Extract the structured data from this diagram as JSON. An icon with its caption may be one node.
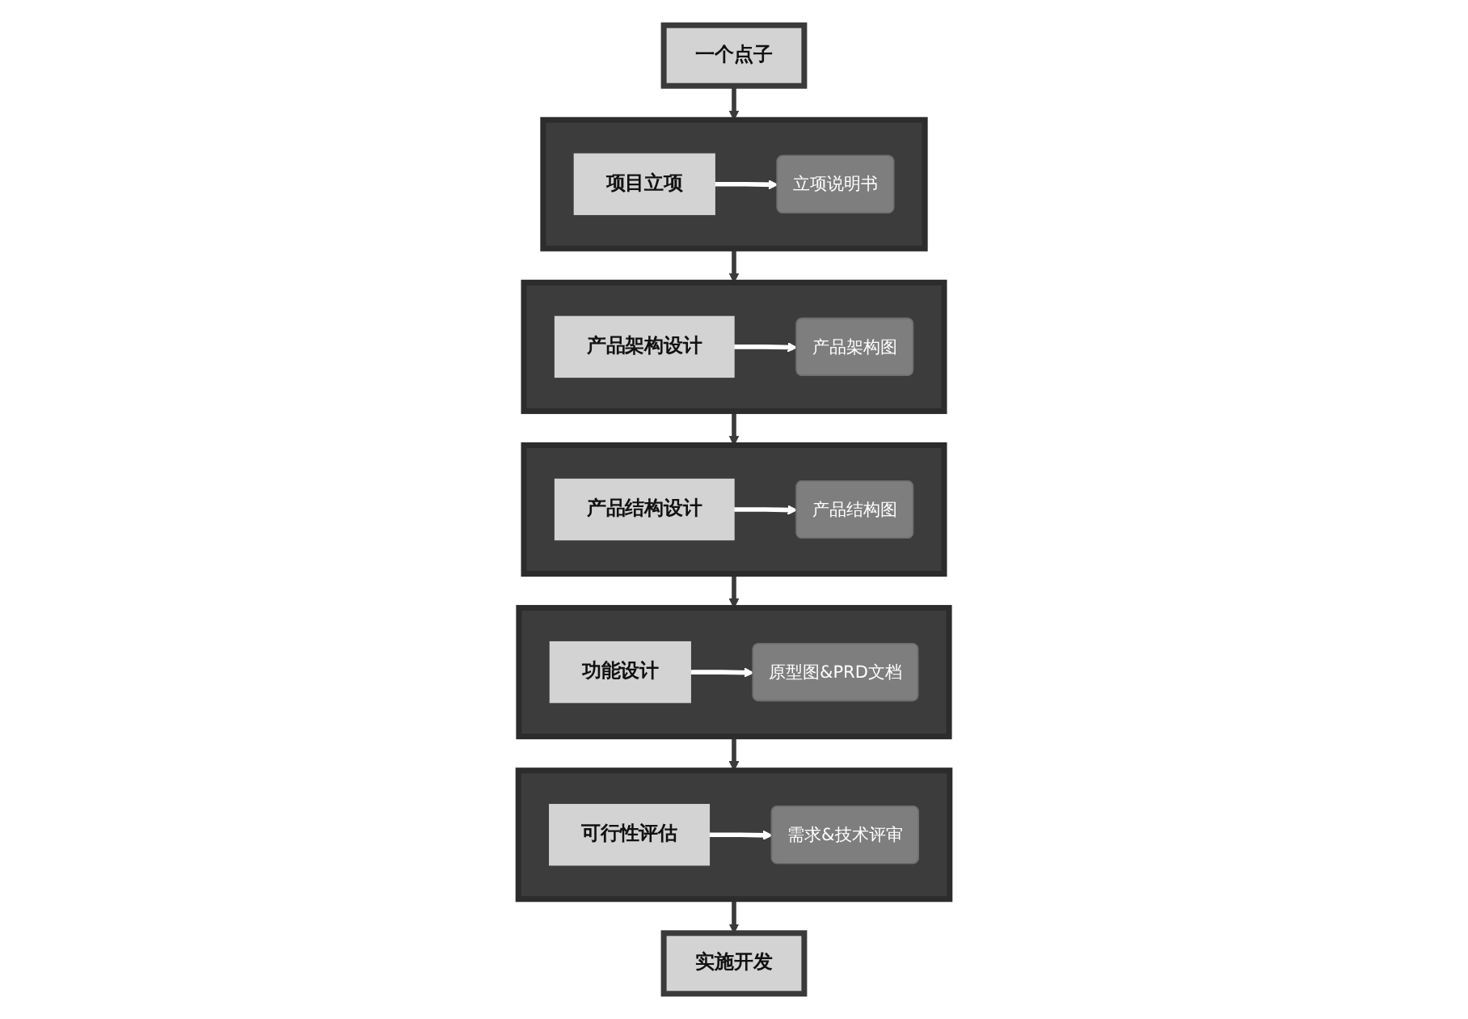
{
  "diagram": {
    "nodes": [
      {
        "text": [],
        "shape": "box"
      },
      {
        "text": [
          "项目立项"
        ],
        "in": 0
      },
      {
        "text": [
          "立项说明书"
        ],
        "in": 0
      },
      {
        "text": [
          "一个点子"
        ]
      },
      {
        "text": [],
        "shape": "box"
      },
      {
        "text": [
          "产品架构设计"
        ],
        "in": 4
      },
      {
        "text": [
          "产品架构图"
        ],
        "in": 4
      },
      {
        "text": [],
        "shape": "box"
      },
      {
        "text": [
          "产品结构设计"
        ],
        "in": 7
      },
      {
        "text": [
          "产品结构图"
        ],
        "in": 7
      },
      {
        "text": [],
        "shape": "box"
      },
      {
        "text": [
          "功能设计"
        ],
        "in": 10
      },
      {
        "text": [
          "原型图&PRD文档"
        ],
        "in": 10
      },
      {
        "text": [],
        "shape": "box"
      },
      {
        "text": [
          "可行性评估"
        ],
        "in": 13
      },
      {
        "text": [
          "需求&技术评审"
        ],
        "in": 13
      },
      {
        "text": [
          "实施开发"
        ]
      }
    ],
    "edges": [
      {
        "from": 1,
        "to": 2,
        "arrow": "to",
        "color": "#ffffff"
      },
      {
        "from": 3,
        "to": 0,
        "arrow": "to"
      },
      {
        "from": 0,
        "to": 4,
        "arrow": "to"
      },
      {
        "from": 5,
        "to": 6,
        "arrow": "to",
        "color": "#ffffff"
      },
      {
        "from": 4,
        "to": 7,
        "arrow": "to"
      },
      {
        "from": 8,
        "to": 9,
        "arrow": "to",
        "color": "#ffffff"
      },
      {
        "from": 7,
        "to": 10,
        "arrow": "to"
      },
      {
        "from": 11,
        "to": 12,
        "arrow": "to",
        "color": "#ffffff"
      },
      {
        "from": 10,
        "to": 13,
        "arrow": "to"
      },
      {
        "from": 14,
        "to": 15,
        "arrow": "to",
        "color": "#ffffff"
      },
      {
        "from": 13,
        "to": 16,
        "arrow": "to"
      }
    ]
  }
}
